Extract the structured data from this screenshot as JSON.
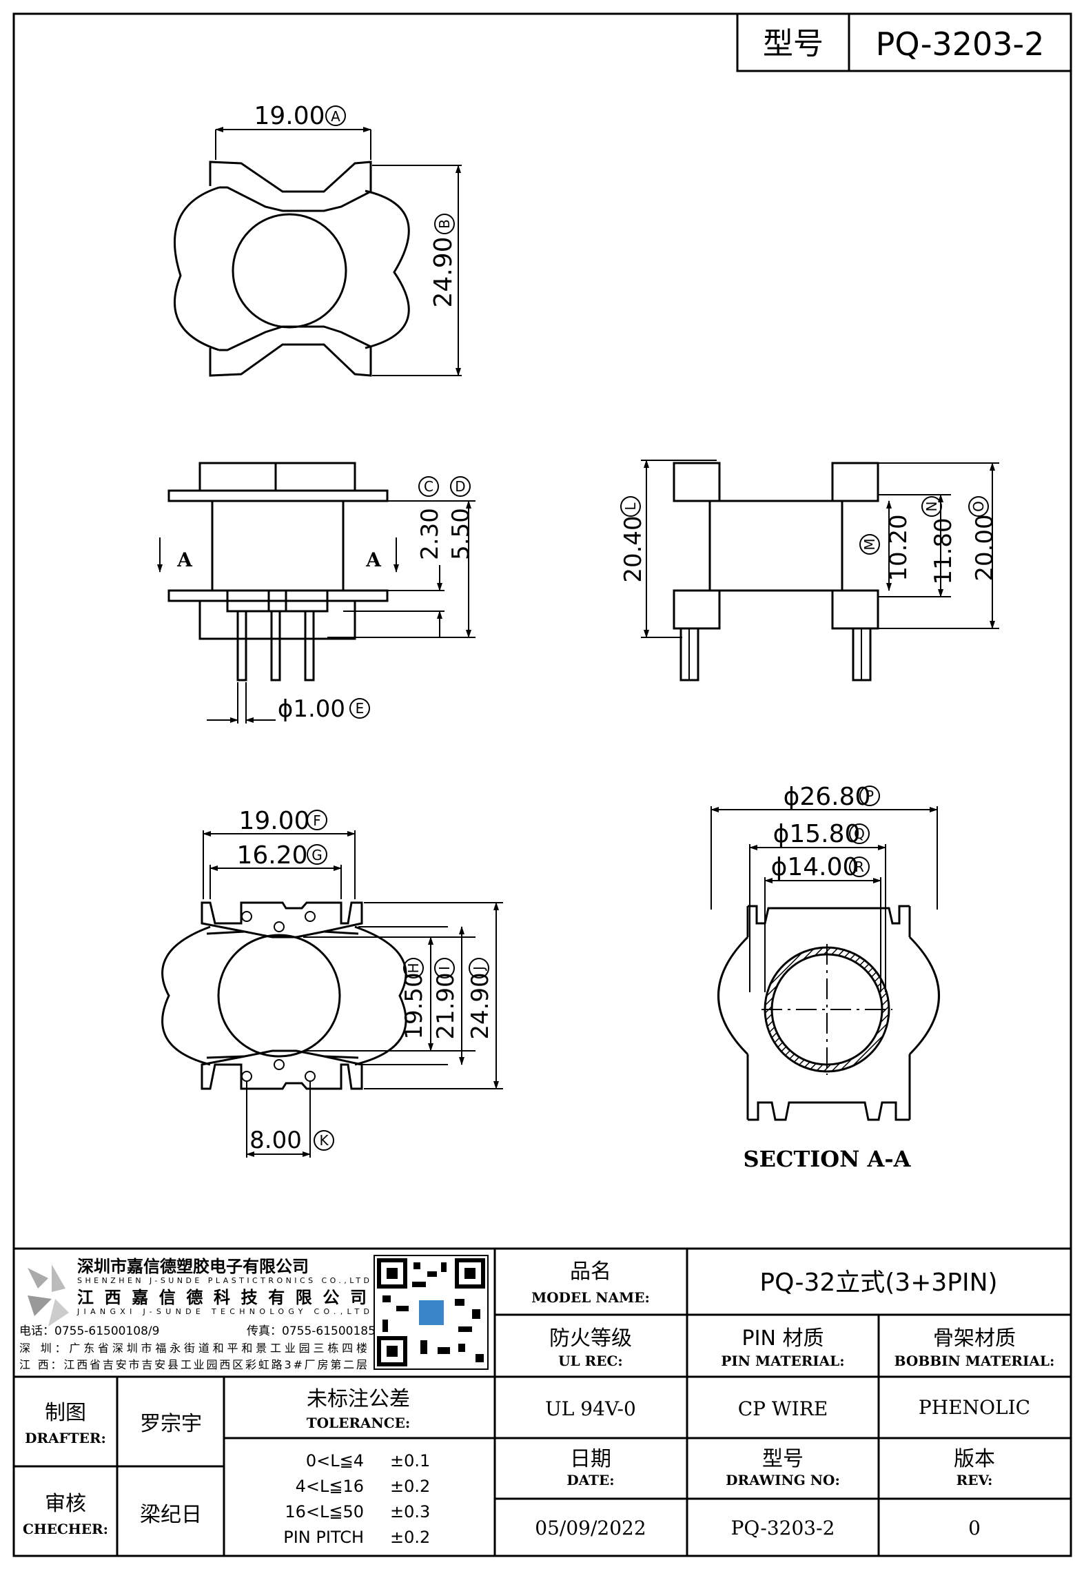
{
  "header": {
    "model_label": "型号",
    "model_value": "PQ-3203-2"
  },
  "dims": {
    "A": "19.00",
    "B": "24.90",
    "C": "2.30",
    "D": "5.50",
    "F_pin": "ϕ1.00",
    "L": "20.40",
    "M": "10.20",
    "N": "11.80",
    "O": "20.00",
    "F": "19.00",
    "G": "16.20",
    "H": "19.50",
    "I": "21.90",
    "J": "24.90",
    "K": "8.00",
    "P": "ϕ26.80",
    "Q": "ϕ15.80",
    "R": "ϕ14.00"
  },
  "letters": {
    "A": "A",
    "B": "B",
    "C": "C",
    "D": "D",
    "E": "E",
    "F": "F",
    "G": "G",
    "H": "H",
    "I": "I",
    "J": "J",
    "K": "K",
    "L": "L",
    "M": "M",
    "N": "N",
    "O": "O",
    "P": "P",
    "Q": "Q",
    "R": "R"
  },
  "section_marks": {
    "left": "A",
    "right": "A"
  },
  "section_title": "SECTION A-A",
  "company": {
    "name_cn_1": "深圳市嘉信德塑胶电子有限公司",
    "name_en_1": "SHENZHEN J-SUNDE PLASTICTRONICS CO.,LTD",
    "name_cn_2": "江西嘉信德科技有限公司",
    "name_en_2": "JIANGXI J-SUNDE TECHNOLOGY CO.,LTD",
    "phone": "电话：0755-61500108/9",
    "fax": "传真：0755-61500185",
    "addr_sz": "深 圳：广东省深圳市福永街道和平和景工业园三栋四楼",
    "addr_jx": "江 西：江西省吉安市吉安县工业园西区彩虹路3#厂房第二层"
  },
  "title_block": {
    "model_name_cn": "品名",
    "model_name_en": "MODEL NAME:",
    "model_name_value": "PQ-32立式(3+3PIN)",
    "ul_cn": "防火等级",
    "ul_en": "UL REC:",
    "ul_value": "UL 94V-0",
    "pin_cn": "PIN 材质",
    "pin_en": "PIN MATERIAL:",
    "pin_value": "CP WIRE",
    "bobbin_cn": "骨架材质",
    "bobbin_en": "BOBBIN MATERIAL:",
    "bobbin_value": "PHENOLIC",
    "drafter_cn": "制图",
    "drafter_en": "DRAFTER:",
    "drafter_value": "罗宗宇",
    "checker_cn": "审核",
    "checker_en": "CHECHER:",
    "checker_value": "梁纪日",
    "tol_cn": "未标注公差",
    "tol_en": "TOLERANCE:",
    "tolerances": [
      {
        "range": "0<L≦4",
        "value": "±0.1"
      },
      {
        "range": "4<L≦16",
        "value": "±0.2"
      },
      {
        "range": "16<L≦50",
        "value": "±0.3"
      },
      {
        "range": "PIN PITCH",
        "value": "±0.2"
      }
    ],
    "date_cn": "日期",
    "date_en": "DATE:",
    "date_value": "05/09/2022",
    "drawing_cn": "型号",
    "drawing_en": "DRAWING NO:",
    "drawing_value": "PQ-3203-2",
    "rev_cn": "版本",
    "rev_en": "REV:",
    "rev_value": "0"
  }
}
